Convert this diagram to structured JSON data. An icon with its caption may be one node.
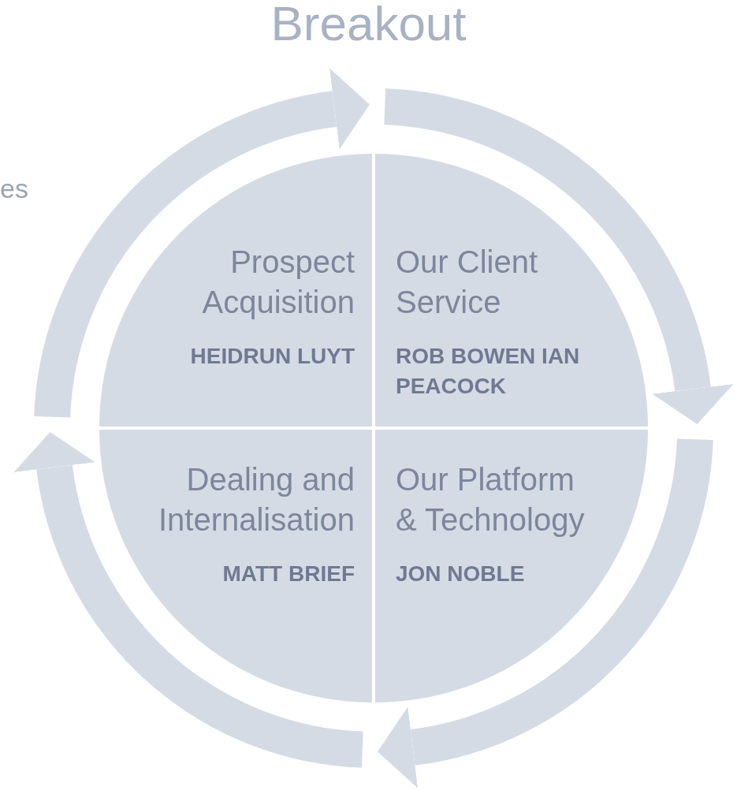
{
  "diagram": {
    "title": "Breakout",
    "nodes": [
      {
        "text": [
          "Prospect Acquisition",
          "HEIDRUN LUYT"
        ]
      },
      {
        "text": [
          "Our Client Service",
          "ROB BOWEN IAN PEACOCK"
        ]
      },
      {
        "text": [
          "Dealing and Internalisation",
          "MATT BRIEF"
        ]
      },
      {
        "text": [
          "Our Platform & Technology",
          "JON NOBLE"
        ]
      }
    ],
    "labels": [
      "es"
    ]
  }
}
